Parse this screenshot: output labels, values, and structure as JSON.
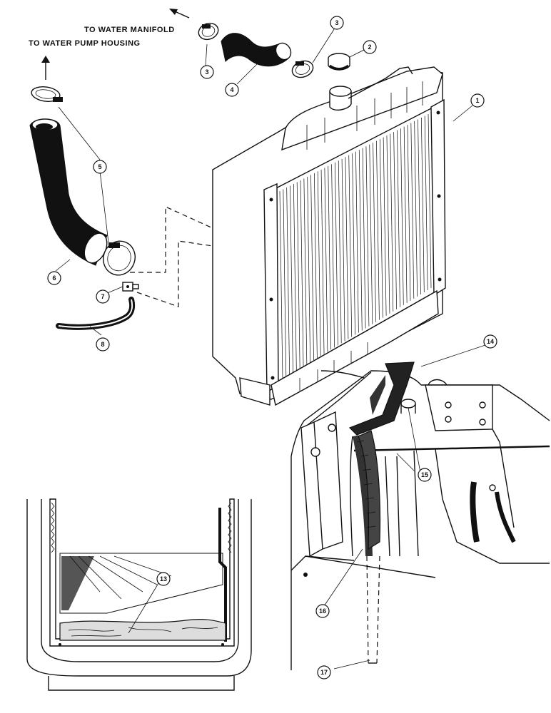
{
  "labels": {
    "water_manifold": "TO WATER MANIFOLD",
    "water_pump_housing": "TO WATER PUMP HOUSING"
  },
  "callouts": [
    "1",
    "2",
    "3",
    "3",
    "4",
    "5",
    "6",
    "7",
    "8",
    "13",
    "14",
    "15",
    "16",
    "17"
  ]
}
